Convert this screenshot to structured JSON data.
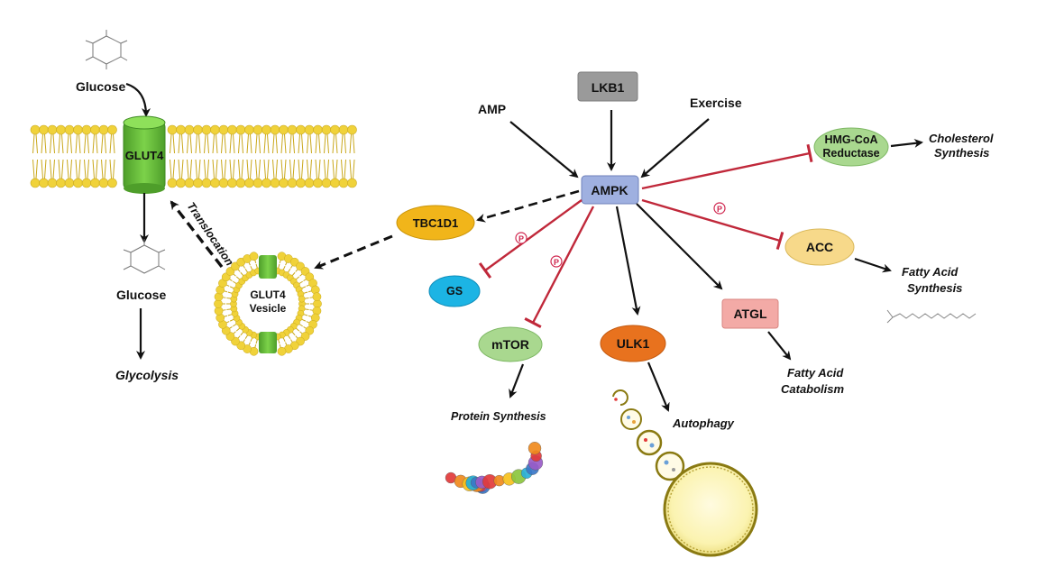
{
  "colors": {
    "activate_arrow": "#111111",
    "inhibit_line": "#c0283a",
    "membrane": "#f0d23a",
    "membrane_dark": "#c9a81c",
    "glut4": "#6ec23c",
    "ampk_fill": "#9fb0e0",
    "lkb1_fill": "#9a9a9a",
    "tbc1d1_fill": "#f1b51a",
    "gs_fill": "#1cb4e4",
    "mtor_fill": "#a9d88f",
    "ulk1_fill": "#e8721e",
    "atgl_fill": "#f3aaa6",
    "acc_fill": "#f7d98a",
    "hmg_fill": "#a9d88f",
    "phospho": "#d02850"
  },
  "inputs": {
    "amp": "AMP",
    "lkb1": "LKB1",
    "exercise": "Exercise"
  },
  "hub": {
    "ampk": "AMPK"
  },
  "targets": {
    "hmg_line1": "HMG-CoA",
    "hmg_line2": "Reductase",
    "acc": "ACC",
    "atgl": "ATGL",
    "ulk1": "ULK1",
    "mtor": "mTOR",
    "gs": "GS",
    "tbc1d1": "TBC1D1"
  },
  "outcomes": {
    "cholesterol_1": "Cholesterol",
    "cholesterol_2": "Synthesis",
    "fa_synth_1": "Fatty Acid",
    "fa_synth_2": "Synthesis",
    "fa_cat_1": "Fatty Acid",
    "fa_cat_2": "Catabolism",
    "autophagy": "Autophagy",
    "protein_synthesis": "Protein Synthesis"
  },
  "glucose_pathway": {
    "glucose_top": "Glucose",
    "glut4": "GLUT4",
    "translocation": "Translocation",
    "glucose_bottom": "Glucose",
    "glycolysis": "Glycolysis",
    "vesicle_line1": "GLUT4",
    "vesicle_line2": "Vesicle"
  },
  "phospho_mark": "P"
}
